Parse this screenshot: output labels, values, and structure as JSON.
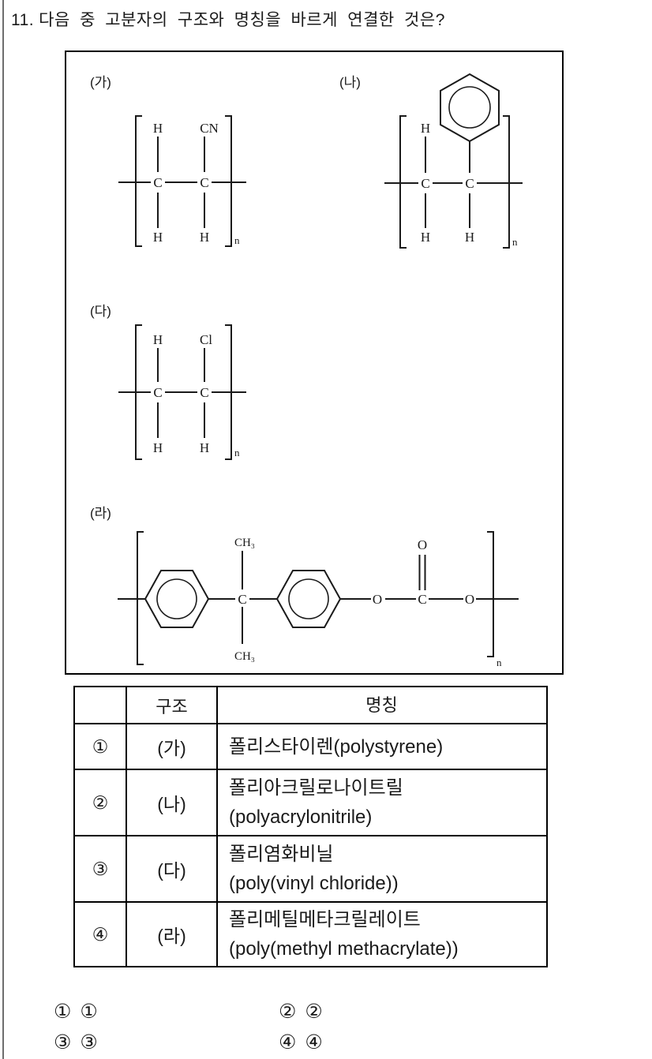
{
  "question": {
    "number": "11.",
    "text": "다음 중 고분자의 구조와 명칭을 바르게 연결한 것은?"
  },
  "structures": {
    "ga": {
      "label": "(가)",
      "h_top": "H",
      "cn": "CN",
      "c1": "C",
      "c2": "C",
      "h_bl": "H",
      "h_br": "H",
      "n": "n"
    },
    "na": {
      "label": "(나)",
      "h_top": "H",
      "c1": "C",
      "c2": "C",
      "h_bl": "H",
      "h_br": "H",
      "n": "n",
      "ring": "benzene-ring"
    },
    "da": {
      "label": "(다)",
      "h_top": "H",
      "cl": "Cl",
      "c1": "C",
      "c2": "C",
      "h_bl": "H",
      "h_br": "H",
      "n": "n"
    },
    "ra": {
      "label": "(라)",
      "ch3_top": "CH₃",
      "ch3_bottom": "CH₃",
      "c_center": "C",
      "o_left": "O",
      "c_carbonyl": "C",
      "o_top": "O",
      "o_right": "O",
      "n": "n",
      "rings": "benzene-ring benzene-ring"
    }
  },
  "table": {
    "header": {
      "num": "",
      "structure": "구조",
      "name": "명칭"
    },
    "rows": [
      {
        "num": "①",
        "structure": "(가)",
        "name_line1": "폴리스타이렌(polystyrene)",
        "name_line2": ""
      },
      {
        "num": "②",
        "structure": "(나)",
        "name_line1": "폴리아크릴로나이트릴",
        "name_line2": "(polyacrylonitrile)"
      },
      {
        "num": "③",
        "structure": "(다)",
        "name_line1": "폴리염화비닐",
        "name_line2": "(poly(vinyl chloride))"
      },
      {
        "num": "④",
        "structure": "(라)",
        "name_line1": "폴리메틸메타크릴레이트",
        "name_line2": "(poly(methyl methacrylate))"
      }
    ]
  },
  "choices": [
    {
      "marker": "①",
      "value": "①"
    },
    {
      "marker": "②",
      "value": "②"
    },
    {
      "marker": "③",
      "value": "③"
    },
    {
      "marker": "④",
      "value": "④"
    }
  ],
  "colors": {
    "ink": "#1a1a1a",
    "box_border": "#000000",
    "page_edge": "#6e6e6e"
  }
}
